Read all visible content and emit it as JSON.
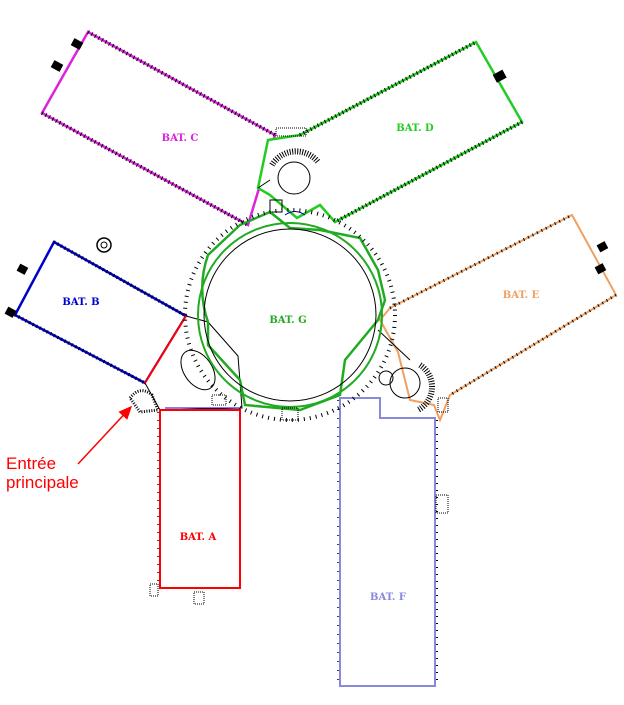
{
  "title": "",
  "buildings": {
    "a": {
      "label": "BAT. A",
      "color": "#ff0000"
    },
    "b": {
      "label": "BAT. B",
      "color": "#0000cc"
    },
    "c": {
      "label": "BAT. C",
      "color": "#dd22dd"
    },
    "d": {
      "label": "BAT. D",
      "color": "#22cc22"
    },
    "e": {
      "label": "BAT. E",
      "color": "#f0a060"
    },
    "f": {
      "label": "BAT. F",
      "color": "#8888dd"
    },
    "g": {
      "label": "BAT. G",
      "color": "#22aa22"
    }
  },
  "annotation": {
    "line1": "Entrée",
    "line2": "principale",
    "color": "#ff0000"
  }
}
